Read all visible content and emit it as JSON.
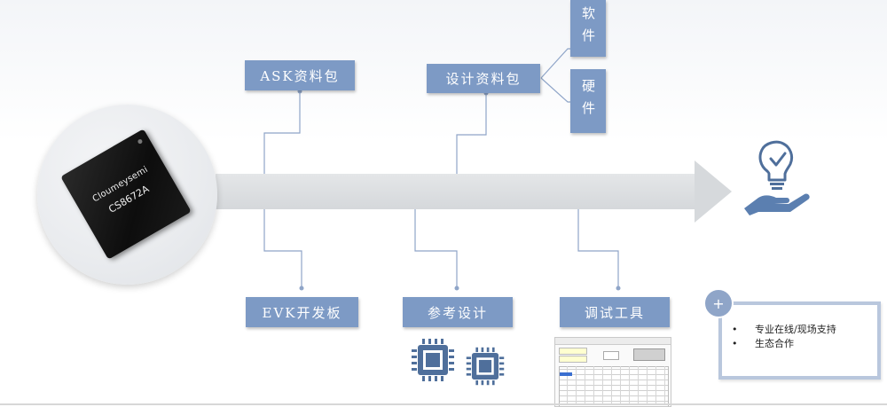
{
  "chip": {
    "brand": "Cloumeysemi",
    "model": "CS8672A"
  },
  "boxes": {
    "ask": "ASK资料包",
    "design": "设计资料包",
    "software": "软件",
    "hardware": "硬件",
    "evk": "EVK开发板",
    "reference": "参考设计",
    "debug": "调试工具"
  },
  "support": {
    "badge": "+",
    "items": [
      {
        "bullet": "•",
        "text": "专业在线/现场支持"
      },
      {
        "bullet": "•",
        "text": "生态合作"
      }
    ]
  },
  "colors": {
    "box": "#7d9ac5",
    "connector": "#8fa5c8",
    "arrow": "#d6d9dc",
    "icon": "#4f6f9b"
  },
  "icons": [
    "chip-icon",
    "chip-icon",
    "lightbulb-hand-icon",
    "plus-icon"
  ]
}
